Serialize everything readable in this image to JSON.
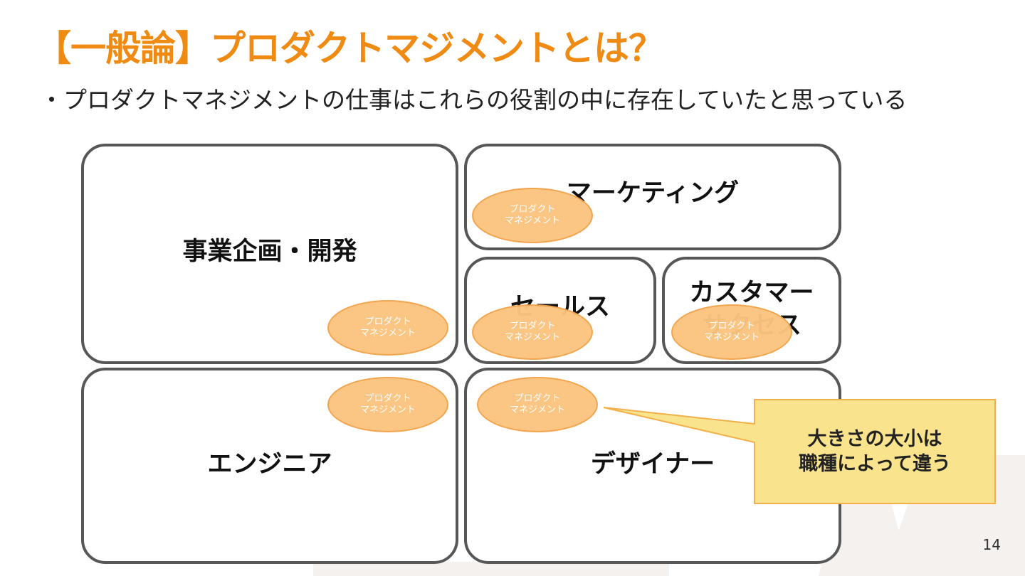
{
  "slide": {
    "title": "【一般論】プロダクトマジメントとは？",
    "subtitle": "・プロダクトマネジメントの仕事はこれらの役割の中に存在していたと思っている",
    "page_number": "14"
  },
  "roles": {
    "business": "事業企画・開発",
    "marketing": "マーケティング",
    "sales": "セールス",
    "customer_success": "カスタマー\nサクセス",
    "engineer": "エンジニア",
    "designer": "デザイナー"
  },
  "pm_label": "プロダクト\nマネジメント",
  "callout": {
    "text": "大きさの大小は\n職種によって違う"
  },
  "colors": {
    "title": "#EF8A12",
    "box_border": "#575757",
    "pm_fill": "#FBC47F",
    "pm_border": "#F2A34A",
    "callout_fill": "#F9E38D",
    "callout_border": "#F2B04A"
  }
}
